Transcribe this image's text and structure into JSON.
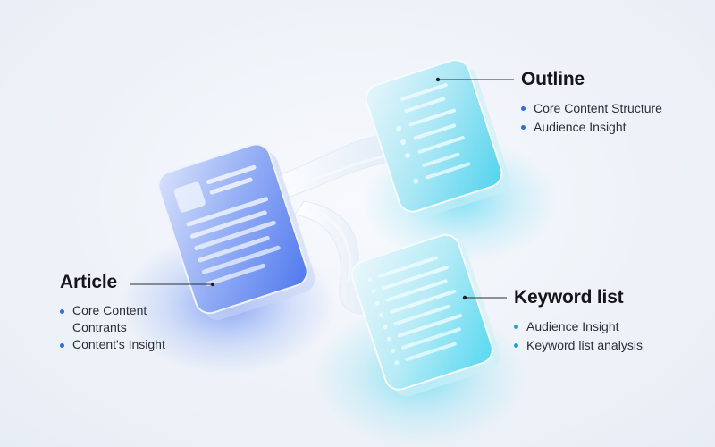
{
  "outline": {
    "title": "Outline",
    "items": [
      "Core Content Structure",
      "Audience Insight"
    ]
  },
  "article": {
    "title": "Article",
    "items": [
      "Core Content",
      "Contrants",
      "Content's Insight"
    ]
  },
  "keyword_list": {
    "title": "Keyword list",
    "items": [
      "Audience Insight",
      "Keyword list analysis"
    ]
  },
  "colors": {
    "article_blue": "#3d6cf0",
    "outline_cyan": "#39c9e8",
    "keyword_cyan": "#3fd3ee",
    "bullet_blue": "#2f6fe0",
    "bullet_cyan": "#1aa7d6"
  },
  "icons": [
    "document-icon",
    "document-icon",
    "document-icon"
  ]
}
